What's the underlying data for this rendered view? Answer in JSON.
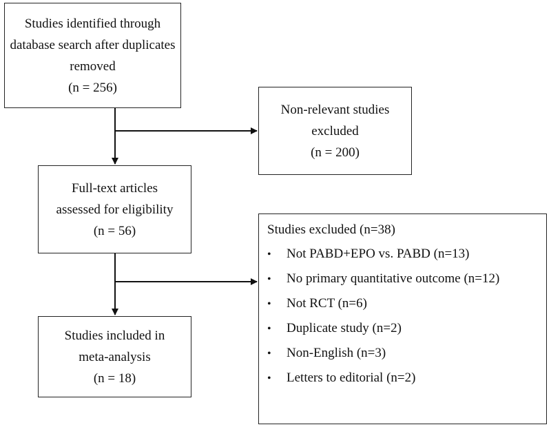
{
  "identified": {
    "lines": [
      "Studies identified through",
      "database search after duplicates",
      "removed",
      "(n = 256)"
    ]
  },
  "nonrelevant": {
    "lines": [
      "Non-relevant studies",
      "excluded",
      "(n = 200)"
    ]
  },
  "fulltext": {
    "lines": [
      "Full-text articles",
      "assessed for eligibility",
      "(n = 56)"
    ]
  },
  "included": {
    "lines": [
      "Studies included in",
      "meta-analysis",
      "(n = 18)"
    ]
  },
  "excluded": {
    "title": "Studies excluded (n=38)",
    "bullet": "•",
    "items": [
      "Not PABD+EPO vs. PABD (n=13)",
      "No primary quantitative outcome (n=12)",
      "Not RCT (n=6)",
      "Duplicate study (n=2)",
      "Non-English (n=3)",
      "Letters to editorial (n=2)"
    ]
  },
  "colors": {
    "line": "#111111",
    "border": "#222222",
    "text": "#111111"
  }
}
